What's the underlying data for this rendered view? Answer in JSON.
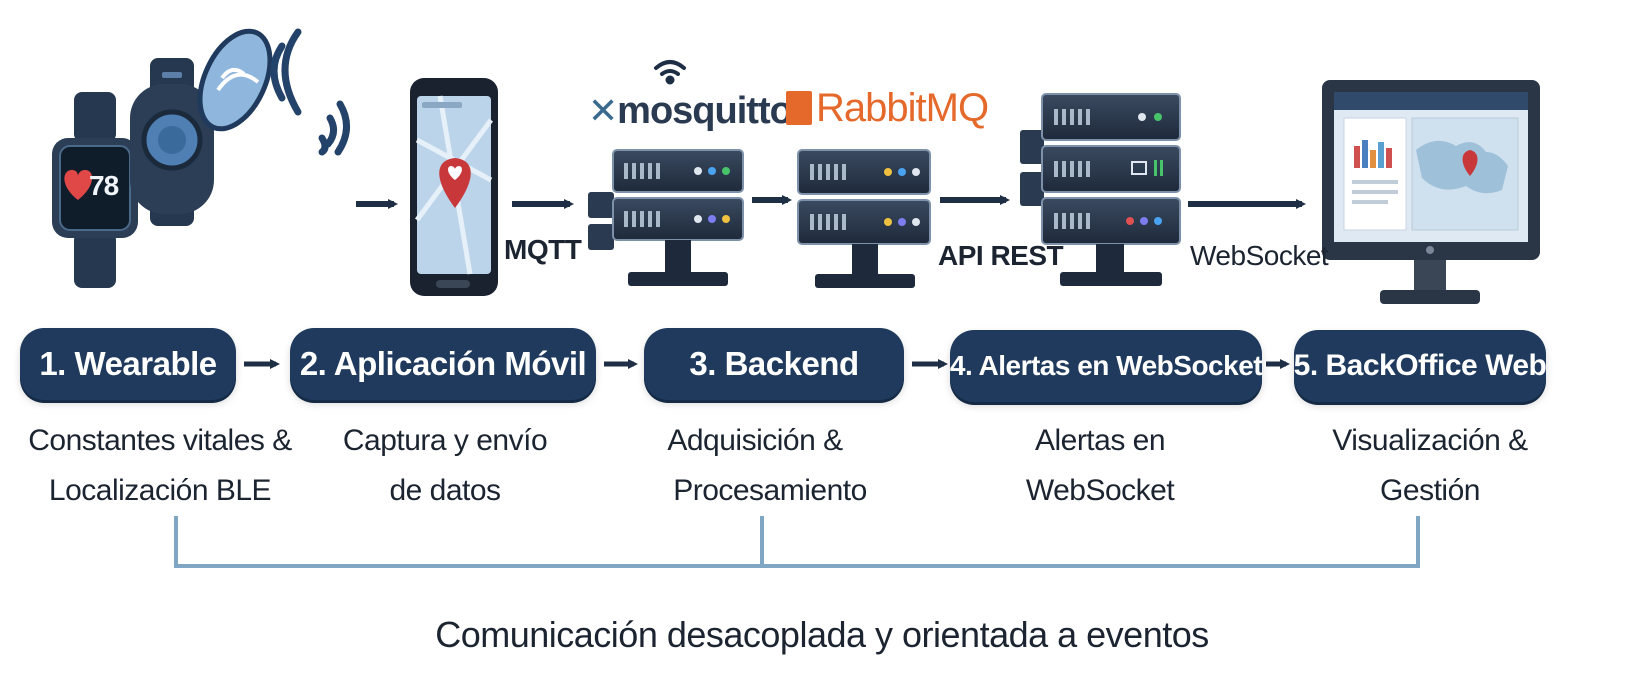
{
  "stages": [
    {
      "label": "1. Wearable",
      "description_line1": "Constantes vitales &",
      "description_line2": "Localización BLE"
    },
    {
      "label": "2. Aplicación Móvil",
      "description_line1": "Captura y envío",
      "description_line2": "de datos"
    },
    {
      "label": "3. Backend",
      "description_line1": "Adquisición &",
      "description_line2": "Procesamiento"
    },
    {
      "label": "4. Alertas en WebSocket",
      "description_line1": "Alertas en",
      "description_line2": "WebSocket"
    },
    {
      "label": "5. BackOffice Web",
      "description_line1": "Visualización &",
      "description_line2": "Gestión"
    }
  ],
  "protocols": {
    "mqtt": "MQTT",
    "api_rest": "API REST",
    "websocket": "WebSocket"
  },
  "logos": {
    "mosquitto": "mosquitto",
    "rabbitmq": "RabbitMQ"
  },
  "watch_reading": "78",
  "footer": "Comunicación desacoplada y orientada a eventos",
  "icons": [
    "smartwatch-icon",
    "heart-icon",
    "ble-beacon-icon",
    "signal-waves-icon",
    "smartphone-icon",
    "map-pin-icon",
    "server-icon",
    "monitor-icon",
    "wifi-icon"
  ],
  "colors": {
    "navy": "#1f3a5c",
    "arrow": "#1e2f45",
    "bracket": "#7fa7c4",
    "heart": "#e04848",
    "pin": "#c8383a",
    "rabbit_orange": "#e4692b",
    "mosquitto_blue": "#3b6a8f"
  }
}
